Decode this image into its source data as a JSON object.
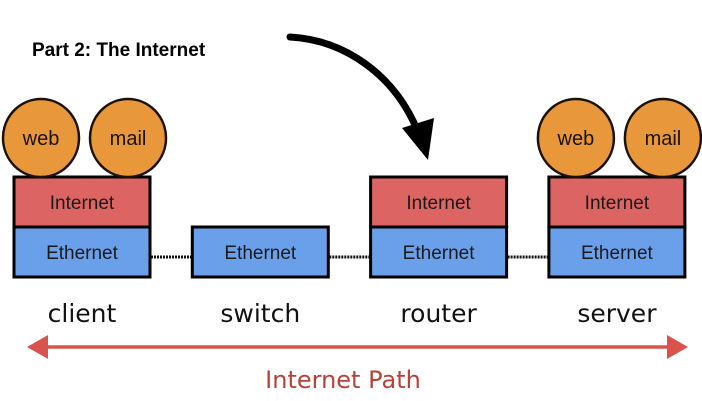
{
  "title": "Part 2: The Internet",
  "colors": {
    "application": "#e8973a",
    "internet_layer": "#dc6462",
    "ethernet_layer": "#6aa0ea",
    "outline": "#000000",
    "path_arrow": "#d9534c",
    "path_label": "#b8423a"
  },
  "devices": [
    {
      "id": "client",
      "label": "client",
      "apps": [
        "web",
        "mail"
      ],
      "layers": [
        "Internet",
        "Ethernet"
      ]
    },
    {
      "id": "switch",
      "label": "switch",
      "apps": [],
      "layers": [
        "Ethernet"
      ]
    },
    {
      "id": "router",
      "label": "router",
      "apps": [],
      "layers": [
        "Internet",
        "Ethernet"
      ]
    },
    {
      "id": "server",
      "label": "server",
      "apps": [
        "web",
        "mail"
      ],
      "layers": [
        "Internet",
        "Ethernet"
      ]
    }
  ],
  "links": [
    {
      "from": "client",
      "to": "switch"
    },
    {
      "from": "switch",
      "to": "router"
    },
    {
      "from": "router",
      "to": "server"
    }
  ],
  "pointer_arrow": {
    "icon": "curved-arrow-icon",
    "points_to": "router.Internet"
  },
  "path": {
    "label": "Internet Path",
    "icon": "double-headed-arrow-icon"
  }
}
